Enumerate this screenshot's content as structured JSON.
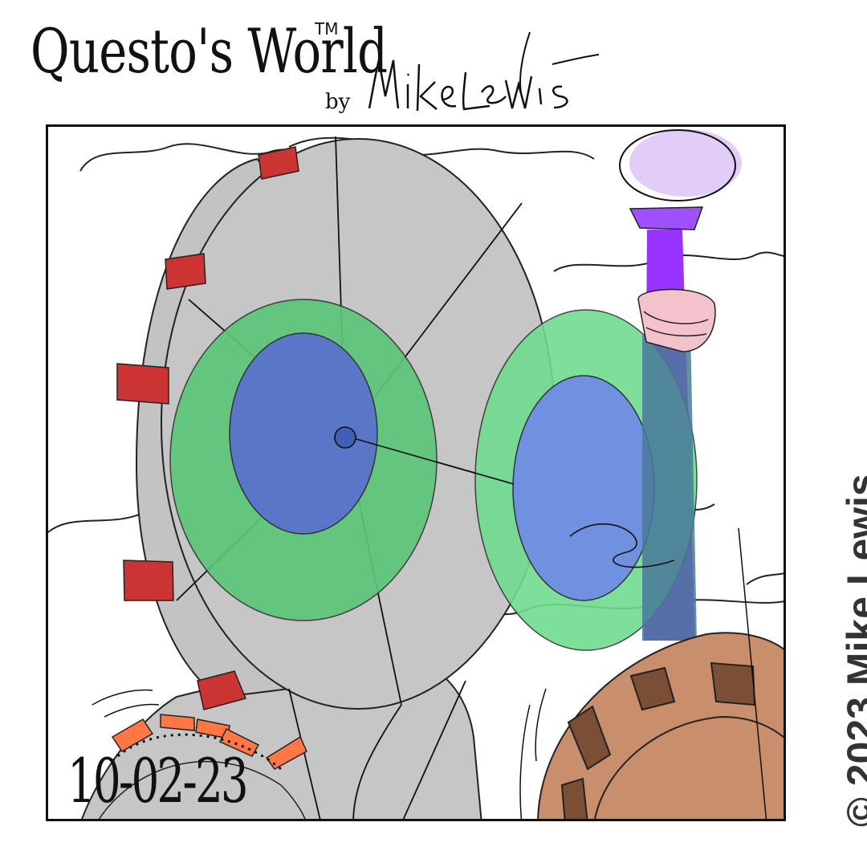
{
  "header": {
    "title": "Questo's World",
    "trademark": "TM",
    "byline": "by",
    "signature": "Mike Lewis"
  },
  "panel": {
    "date": "10-02-23"
  },
  "footer": {
    "copyright": "© 2023 Mike Lewis"
  },
  "colors": {
    "disc_grey": "#c6c6c6",
    "lens_green": "#5cc57a",
    "lens_blue": "#5a76c6",
    "staff_purple": "#9933ff",
    "orb_lavender": "#e2ccf8",
    "hand_pink": "#f4c2cc",
    "tower_brown": "#c98f6d",
    "tab_red": "#cc3333"
  }
}
